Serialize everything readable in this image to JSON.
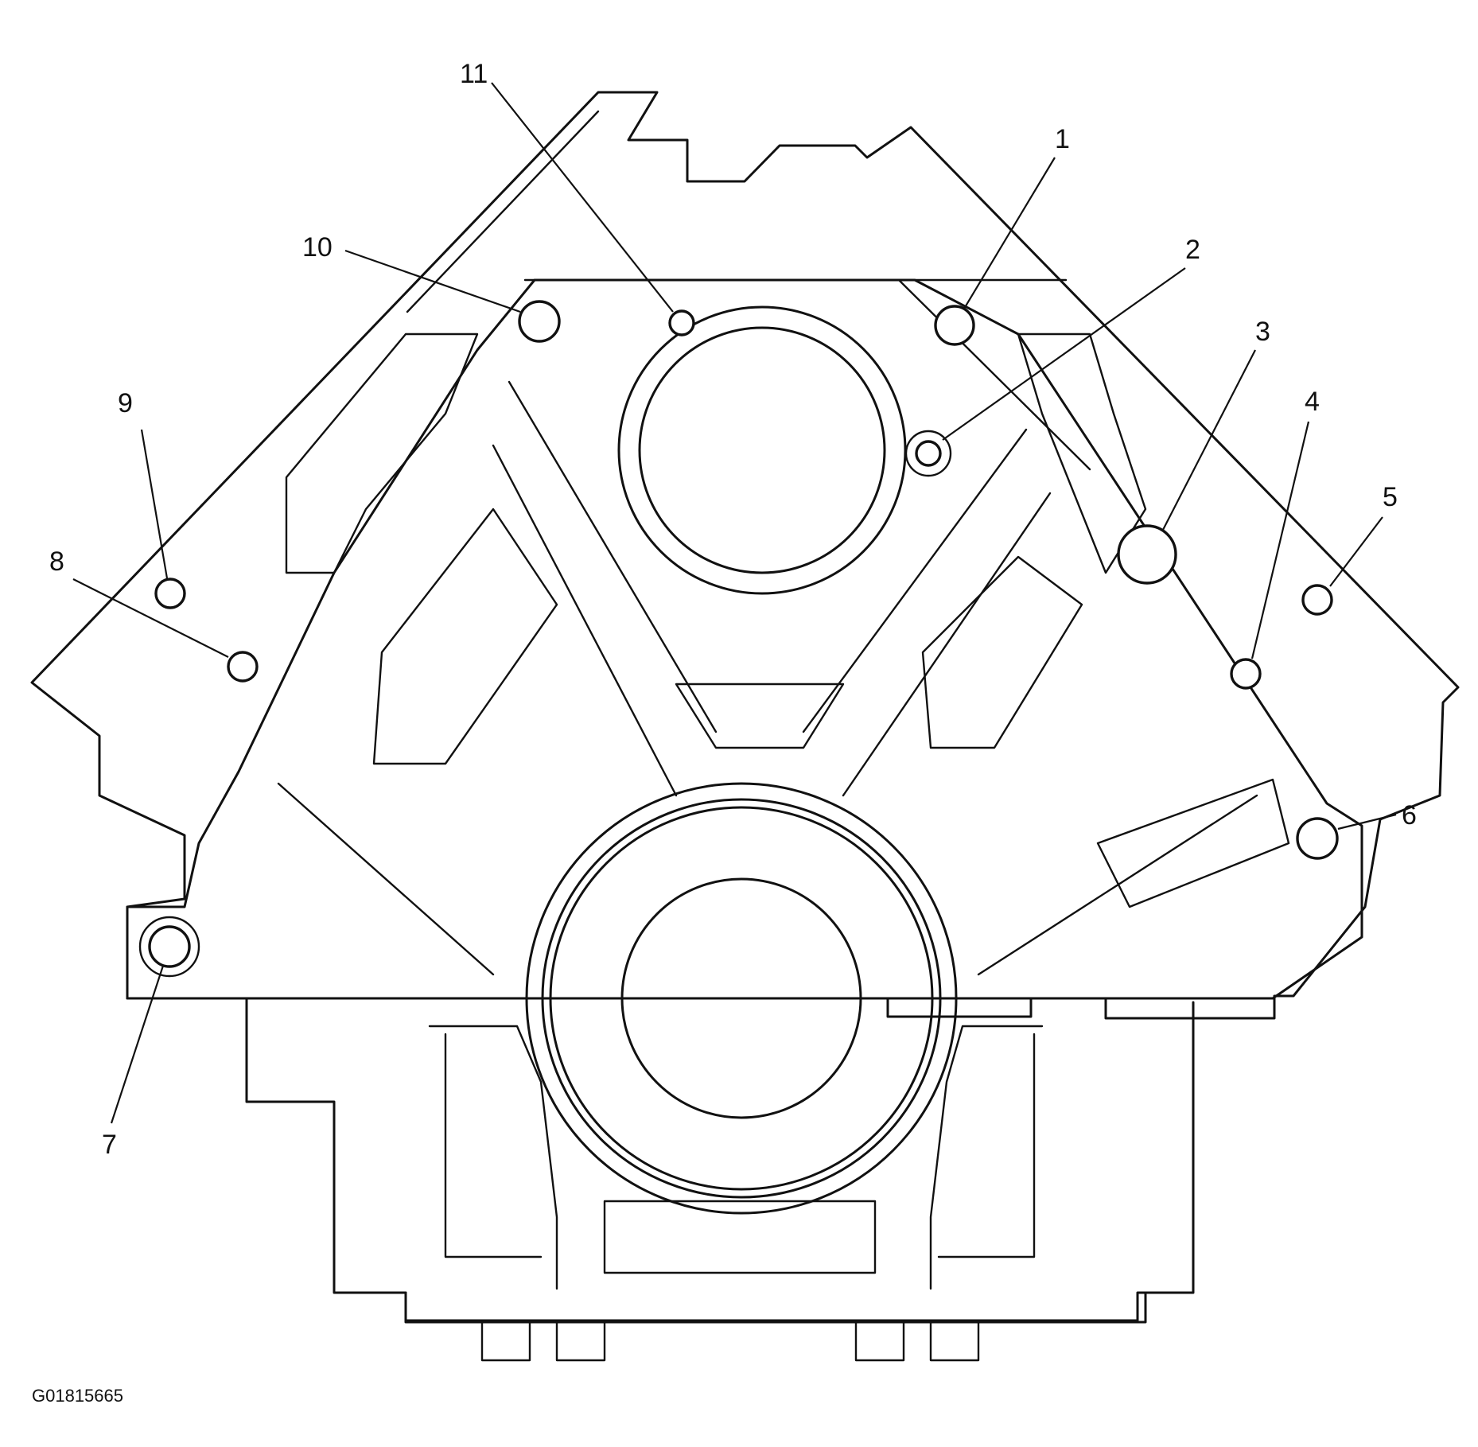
{
  "figure_id": "G01815665",
  "callouts": [
    {
      "number": "1",
      "feature": "bolt-hole"
    },
    {
      "number": "2",
      "feature": "bolt-hole"
    },
    {
      "number": "3",
      "feature": "bolt-hole"
    },
    {
      "number": "4",
      "feature": "bolt-hole"
    },
    {
      "number": "5",
      "feature": "bolt-hole"
    },
    {
      "number": "6",
      "feature": "bolt-hole"
    },
    {
      "number": "7",
      "feature": "bolt-hole"
    },
    {
      "number": "8",
      "feature": "bolt-hole"
    },
    {
      "number": "9",
      "feature": "bolt-hole"
    },
    {
      "number": "10",
      "feature": "bolt-hole"
    },
    {
      "number": "11",
      "feature": "bolt-hole"
    }
  ],
  "colors": {
    "line": "#111111",
    "background": "#ffffff"
  }
}
